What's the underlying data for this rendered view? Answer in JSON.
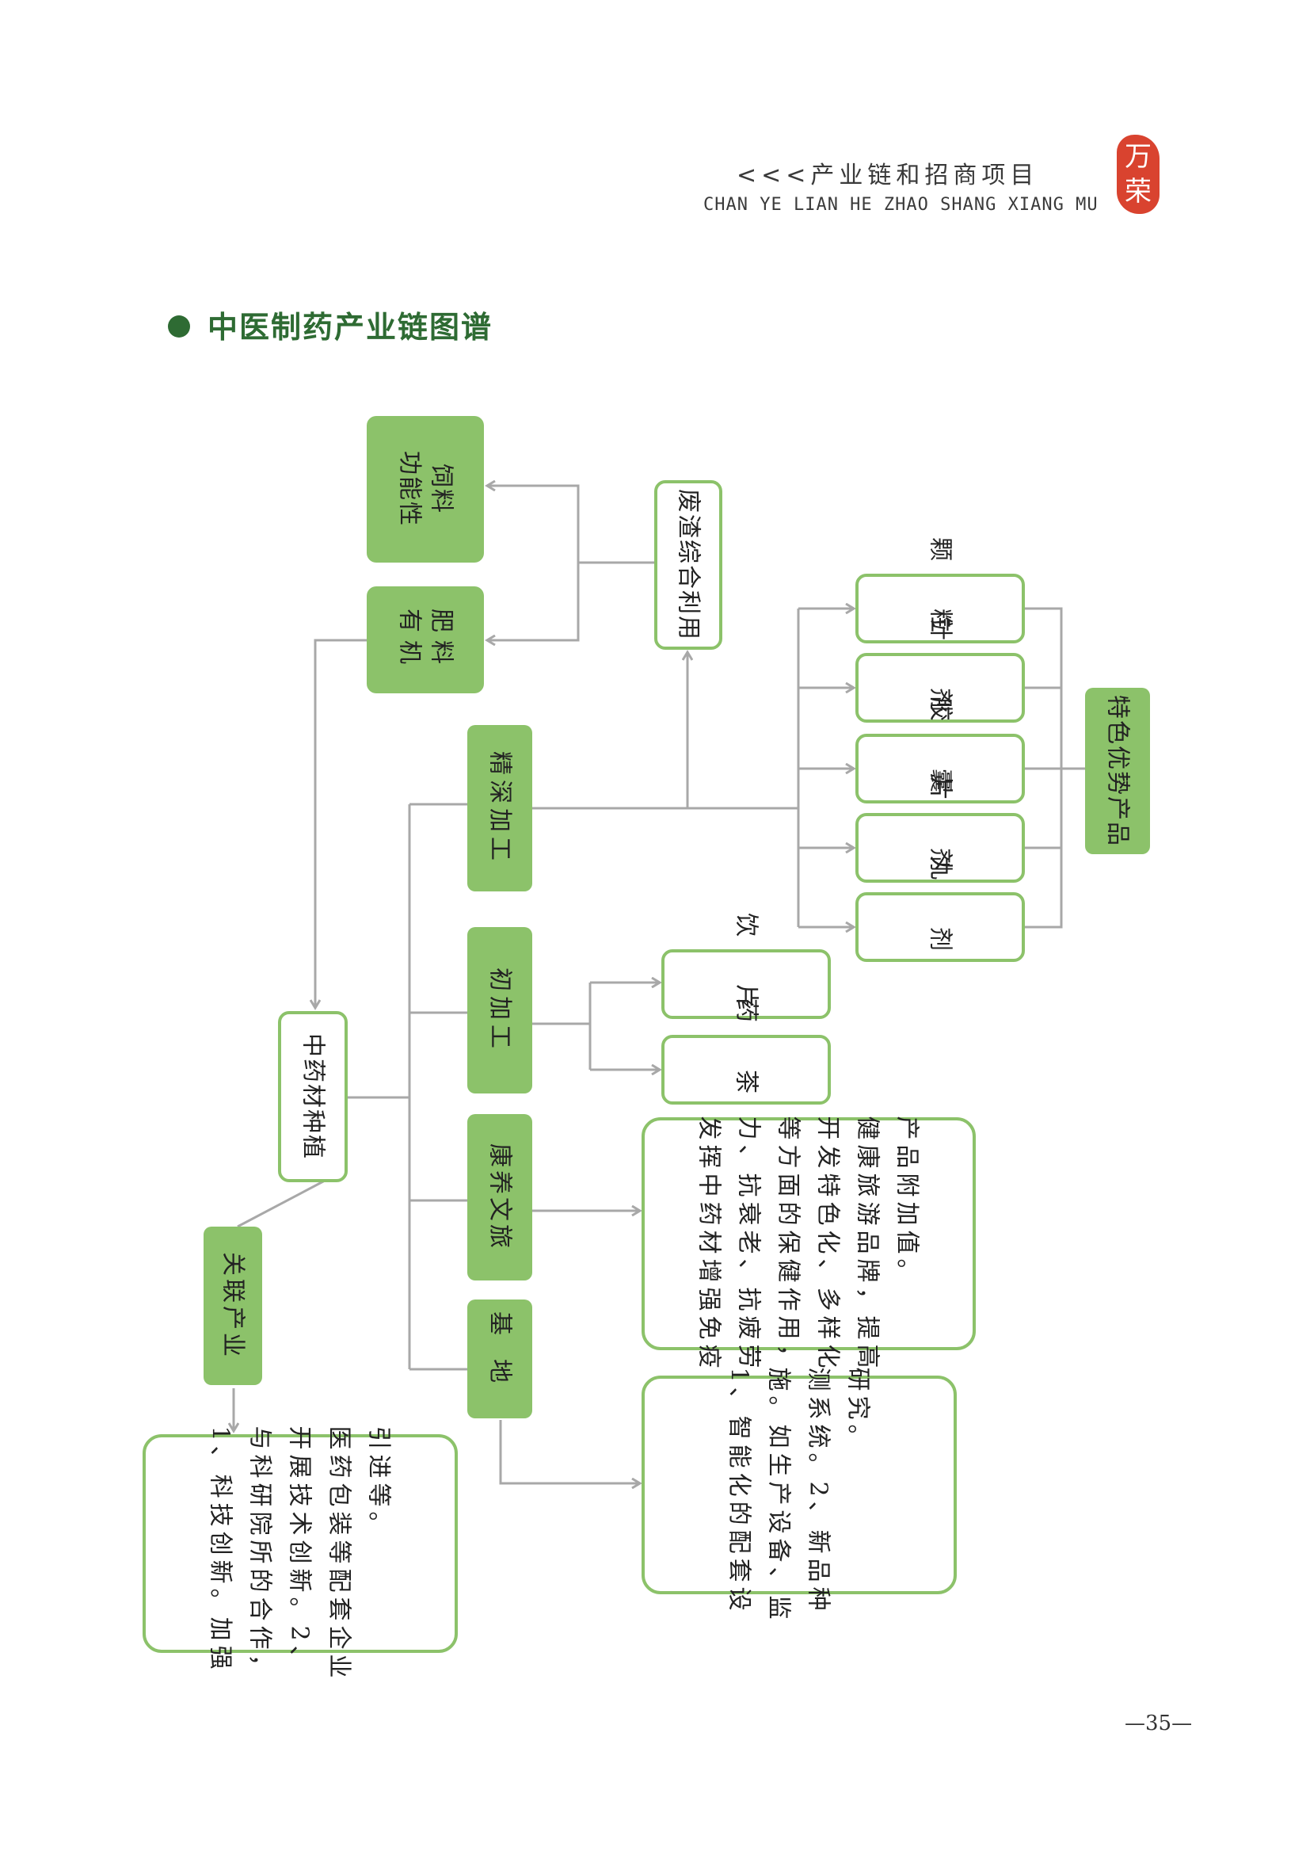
{
  "header": {
    "title": "<<<产业链和招商项目",
    "subtitle": "CHAN YE LIAN HE ZHAO SHANG XIANG MU",
    "logo_text": "万荣"
  },
  "section": {
    "title": "中医制药产业链图谱"
  },
  "diagram": {
    "nodes": {
      "functional_feed": "功能性饲料",
      "organic_fertilizer": "有机肥料",
      "waste_utilization": "废渣综合利用",
      "granules": "颗粒",
      "injection": "针剂",
      "capsule": "胶囊",
      "tablet": "片剂",
      "pill": "丸剂",
      "featured_products": "特色优势产品",
      "deep_processing": "精深加工",
      "primary_processing": "初加工",
      "decoction_pieces": "饮片",
      "herbal_tea": "药茶",
      "herb_planting": "中药材种植",
      "wellness_tourism": "康养文旅",
      "base": "基地",
      "related_industry": "关联产业",
      "wellness_desc": "发挥中药材增强免疫力、抗衰老、抗疲劳等方面的保健作用，开发特色化、多样化健康旅游品牌，提高产品附加值。",
      "base_desc": "1、智能化的配套设施。如生产设备、监测系统。2、新品种研究。",
      "related_desc": "1、科技创新。加强与科研院所的合作，开展技术创新。2、医药包装等配套企业引进等。"
    }
  },
  "page_number": "—35—",
  "colors": {
    "accent_green": "#8cc26a",
    "dark_green": "#2e6b33",
    "connector_gray": "#a8a8a8",
    "seal_red": "#d9432f"
  }
}
